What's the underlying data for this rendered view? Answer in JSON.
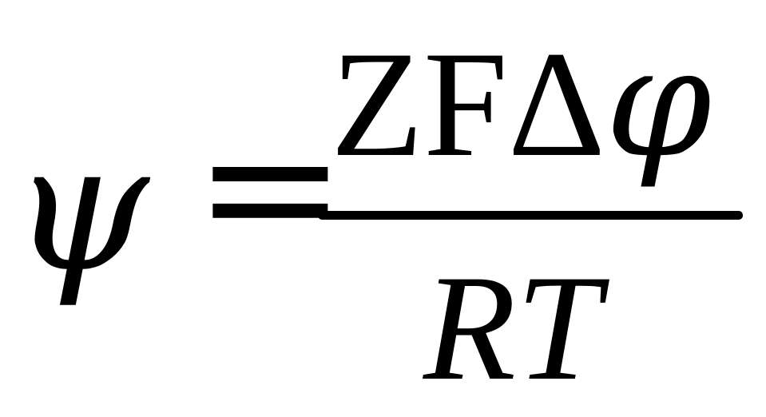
{
  "equation": {
    "lhs": "ψ",
    "operator": "=",
    "numerator_text": "ZFΔ",
    "numerator_symbol": "φ",
    "denominator": "RT"
  }
}
